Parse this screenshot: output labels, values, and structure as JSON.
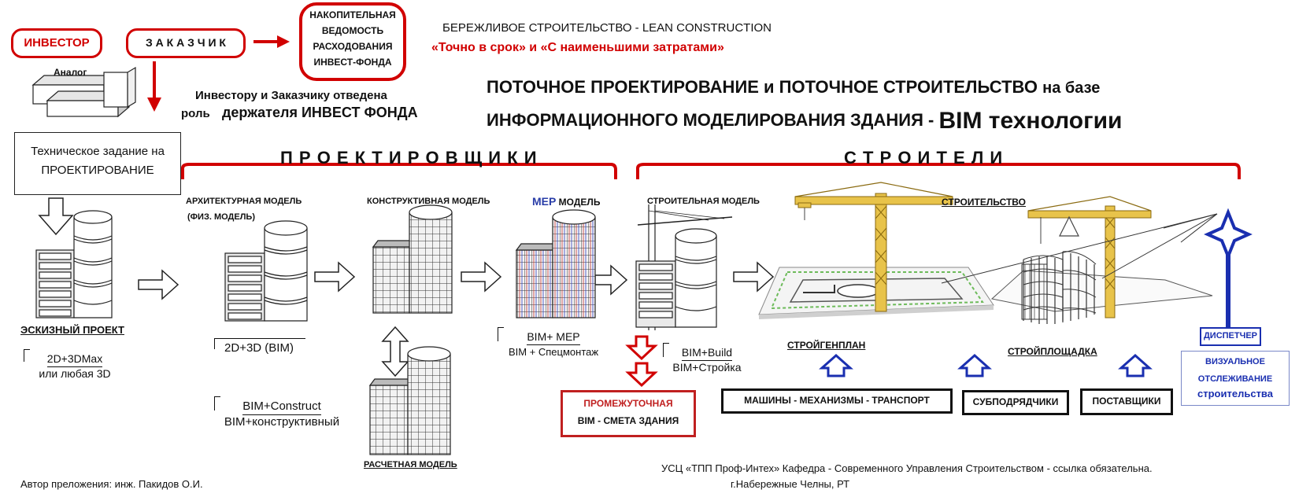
{
  "header": {
    "investor": "ИНВЕСТОР",
    "customer": "З А К А З Ч И К",
    "ledger": [
      "НАКОПИТЕЛЬНАЯ",
      "ВЕДОМОСТЬ",
      "РАСХОДОВАНИЯ",
      "ИНВЕСТ-ФОНДА"
    ],
    "lean_title": "БЕРЕЖЛИВОЕ СТРОИТЕЛЬСТВО - LEAN CONSTRUCTION",
    "lean_slogan": "«Точно в срок»  и  «С наименьшими затратами»",
    "analog": "Аналог",
    "role_line1": "Инвестору и Заказчику отведена",
    "role_line2_a": "роль ",
    "role_line2_b": "держателя ИНВЕСТ ФОНДА",
    "main_title_1a": "ПОТОЧНОЕ ПРОЕКТИРОВАНИЕ и ПОТОЧНОЕ СТРОИТЕЛЬСТВО ",
    "main_title_1b": "на базе",
    "main_title_2a": "ИНФОРМАЦИОННОГО  МОДЕЛИРОВАНИЯ ЗДАНИЯ - ",
    "main_title_2b": "BIM технологии"
  },
  "tech_task": [
    "Техническое задание на",
    "ПРОЕКТИРОВАНИЕ"
  ],
  "groups": {
    "designers": "П Р О Е К Т И Р О В Щ И К И",
    "builders": "С Т Р О И Т Е Л И"
  },
  "models": {
    "arch_1": "АРХИТЕКТУРНАЯ МОДЕЛЬ",
    "arch_2": "(ФИЗ. МОДЕЛЬ)",
    "struct": "КОНСТРУКТИВНАЯ МОДЕЛЬ",
    "mep_a": "MEP",
    "mep_b": " МОДЕЛЬ",
    "build_model": "СТРОИТЕЛЬНАЯ МОДЕЛЬ",
    "construction": "СТРОИТЕЛЬСТВО",
    "calc": "РАСЧЕТНАЯ МОДЕЛЬ",
    "sketch": "ЭСКИЗНЫЙ ПРОЕКТ"
  },
  "formulas": {
    "sketch_top": "2D+3DMax",
    "sketch_bottom": "или любая 3D",
    "arch": "2D+3D (BIM)",
    "construct_top": "BIM+Construct",
    "construct_bottom": "BIM+конструктивный",
    "mep_top": "BIM+ MEP",
    "mep_bottom": "BIM + Спецмонтаж",
    "build_top": "BIM+Build",
    "build_bottom": "BIM+Стройка"
  },
  "estimate": [
    "ПРОМЕЖУТОЧНАЯ",
    "BIM  - СМЕТА ЗДАНИЯ"
  ],
  "site": {
    "genplan": "СТРОЙГЕНПЛАН",
    "site": "СТРОЙПЛОЩАДКА",
    "dispatcher": "ДИСПЕТЧЕР",
    "visual_1": "ВИЗУАЛЬНОЕ",
    "visual_2": "ОТСЛЕЖИВАНИЕ",
    "visual_3": "строительства",
    "machines": "МАШИНЫ  -  МЕХАНИЗМЫ - ТРАНСПОРТ",
    "subcontractors": "СУБПОДРЯДЧИКИ",
    "suppliers": "ПОСТАВЩИКИ"
  },
  "footer": {
    "author": "Автор преложения: инж. Пакидов О.И.",
    "org": "УСЦ  «ТПП Проф-Интех» Кафедра - Современного Управления Строительством - ссылка обязательна.",
    "city": "г.Набережные Челны, РТ"
  },
  "colors": {
    "accent_red": "#d10000",
    "dispatcher_blue": "#1a2fb0",
    "crane_yellow": "#e8c34a"
  }
}
